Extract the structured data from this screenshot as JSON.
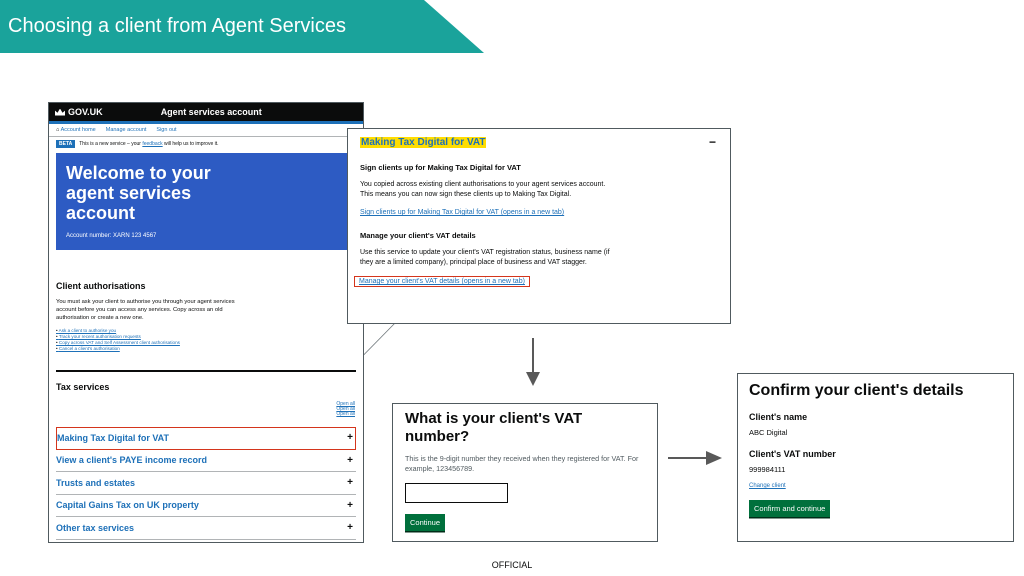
{
  "slide": {
    "title": "Choosing a client from Agent Services",
    "footer": "OFFICIAL"
  },
  "agent_panel": {
    "logo": "GOV.UK",
    "service_name": "Agent services account",
    "nav": [
      "Account home",
      "Manage account",
      "Sign out"
    ],
    "beta_tag": "BETA",
    "beta_text_before": "This is a new service – your",
    "beta_link": "feedback",
    "beta_text_after": "will help us to improve it.",
    "hero_title": "Welcome to your agent services account",
    "account_number": "Account number: XARN 123 4567",
    "client_auth_heading": "Client authorisations",
    "client_auth_text": "You must ask your client to authorise you through your agent services account before you can access any services. Copy across an old authorisation or create a new one.",
    "client_links": [
      "Ask a client to authorise you",
      "Track your recent authorisation requests",
      "Copy across VAT and Self Assessment client authorisations",
      "Cancel a client's authorisation"
    ],
    "tax_services_heading": "Tax services",
    "open_all": [
      "Open all",
      "Open all",
      "Open all"
    ],
    "tax_services": [
      "Making Tax Digital for VAT",
      "View a client's PAYE income record",
      "Trusts and estates",
      "Capital Gains Tax on UK property",
      "Other tax services"
    ]
  },
  "mtd_panel": {
    "title": "Making Tax Digital for VAT",
    "collapse_symbol": "−",
    "h1": "Sign clients up for Making Tax Digital for VAT",
    "p1": "You copied across existing client authorisations to your agent services account. This means you can now sign these clients up to Making Tax Digital.",
    "link1": "Sign clients up for Making Tax Digital for VAT (opens in a new tab)",
    "h2": "Manage your client's VAT details",
    "p2": "Use this service to update your client's VAT registration status, business name (if they are a limited company), principal place of business and VAT stagger.",
    "link2": "Manage your client's VAT details (opens in a new tab)"
  },
  "vat_panel": {
    "title": "What is your client's VAT number?",
    "hint": "This is the 9-digit number they received when they registered for VAT. For example, 123456789.",
    "input_value": "",
    "button": "Continue"
  },
  "confirm_panel": {
    "title": "Confirm your client's details",
    "name_label": "Client's name",
    "name_value": "ABC Digital",
    "vat_label": "Client's VAT number",
    "vat_value": "999984111",
    "change_link": "Change client",
    "button": "Confirm and continue"
  },
  "colors": {
    "banner": "#1aa39b",
    "govuk_blue": "#1d70b8",
    "hero_blue": "#2d5bc3",
    "highlight_red": "#d4351c",
    "button_green": "#00703c",
    "focus_yellow": "#ffdd00"
  }
}
